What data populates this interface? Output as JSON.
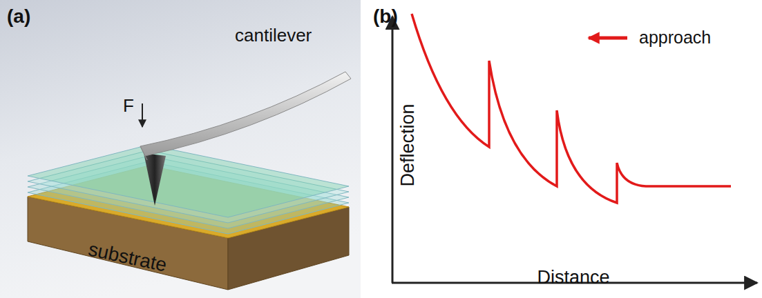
{
  "diagram": {
    "labels": [
      "(a)",
      "cantilever",
      "F",
      "substrate",
      "(b)",
      "approach",
      "Deflection",
      "Distance"
    ]
  }
}
